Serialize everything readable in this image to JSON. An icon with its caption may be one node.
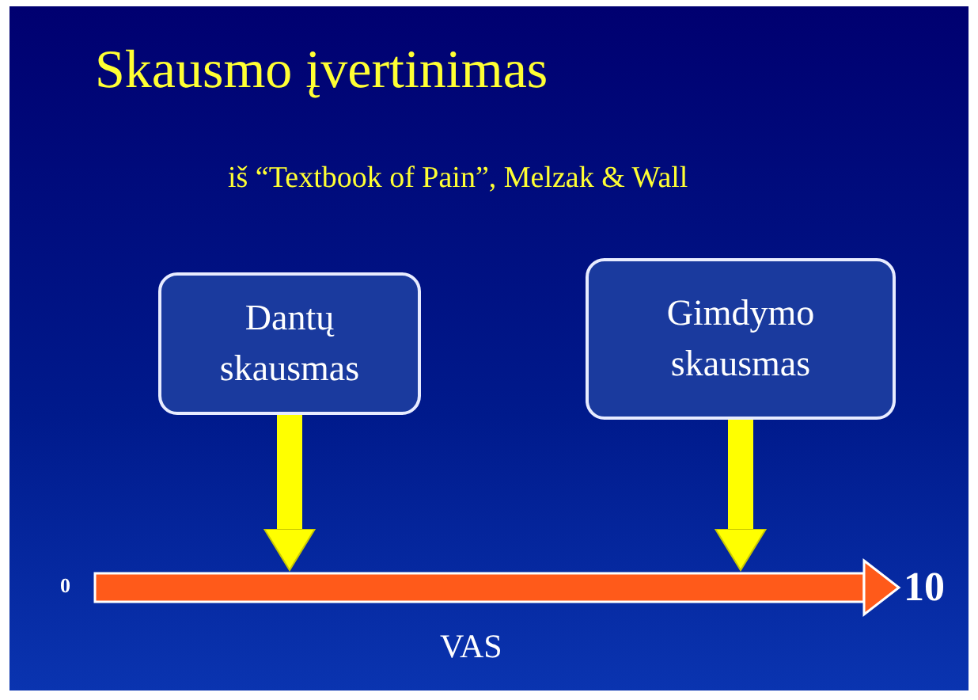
{
  "diagram": {
    "title": "Skausmo įvertinimas",
    "nodes": [
      {
        "text": [
          "Dantų skausmas"
        ]
      },
      {
        "text": [
          "Gimdymo skausmas"
        ]
      }
    ],
    "edges": [
      {
        "from": 0,
        "to": null,
        "arrow": "to"
      },
      {
        "from": 1,
        "to": null,
        "arrow": "to"
      }
    ],
    "labels": [
      "iš “Textbook of Pain”, Melzak & Wall",
      "0",
      "10",
      "VAS"
    ]
  }
}
